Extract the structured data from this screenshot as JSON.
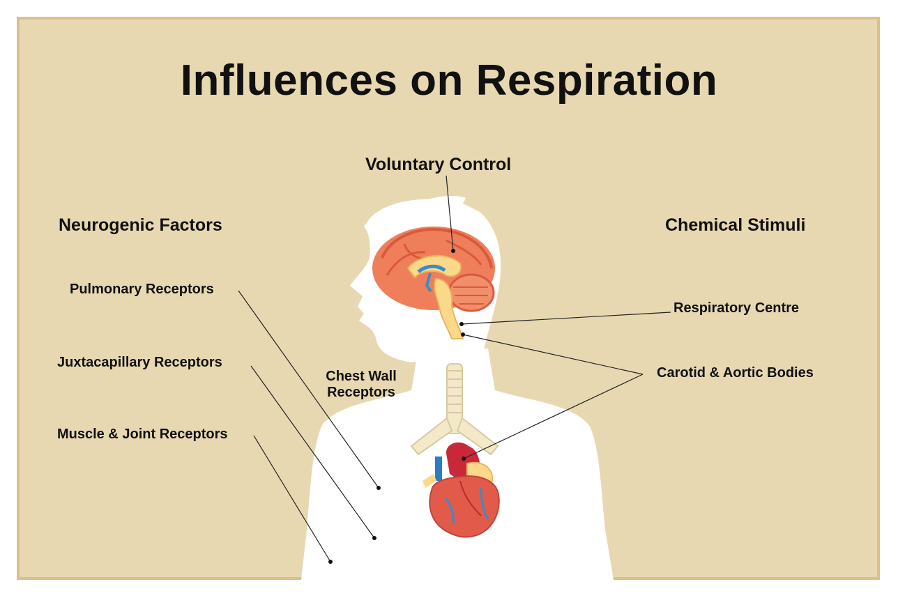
{
  "title": "Influences on Respiration",
  "headings": {
    "voluntary": "Voluntary Control",
    "neurogenic": "Neurogenic Factors",
    "chemical": "Chemical Stimuli"
  },
  "labels": {
    "pulmonary": "Pulmonary Receptors",
    "juxtacapillary": "Juxtacapillary Receptors",
    "muscle_joint": "Muscle & Joint Receptors",
    "chest_wall_line1": "Chest Wall",
    "chest_wall_line2": "Receptors",
    "respiratory_centre": "Respiratory Centre",
    "carotid_aortic": "Carotid & Aortic Bodies"
  },
  "colors": {
    "background": "#e8d8b2",
    "border": "#d8c18a",
    "silhouette": "#ffffff",
    "brain": "#ef7e5a",
    "brainstem": "#fcd98a",
    "trachea": "#f3e8c8",
    "heart": "#e25a4a",
    "vein": "#2c7cc4",
    "artery": "#c8283a"
  }
}
